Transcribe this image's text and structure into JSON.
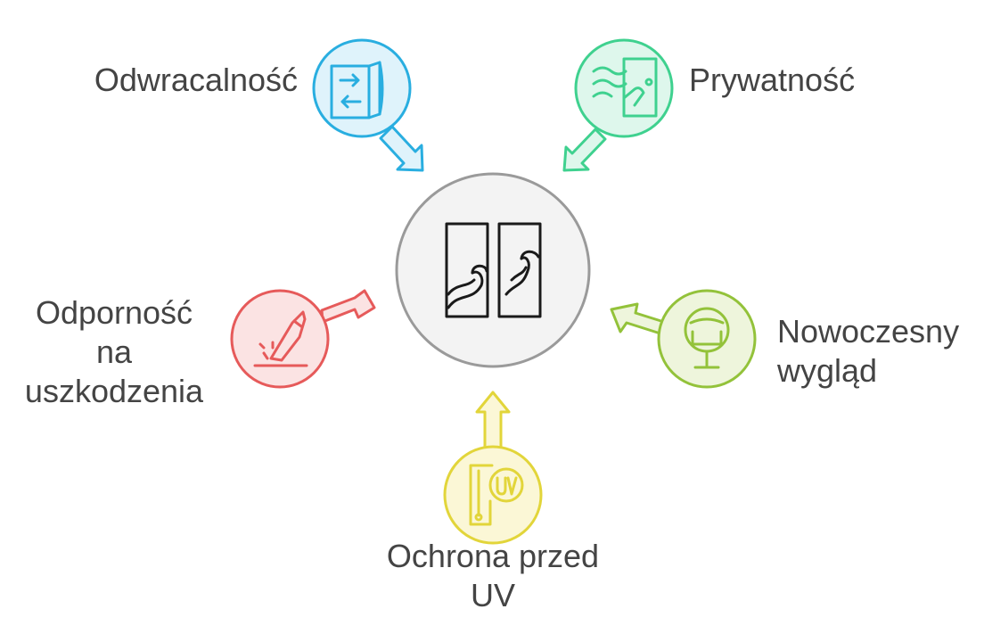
{
  "center": {
    "icon": "window-film-panels-icon"
  },
  "features": [
    {
      "id": "odwracalnosc",
      "lines": [
        "Odwracalność"
      ],
      "color": "#29aee0",
      "icon": "reversible-arrows-icon"
    },
    {
      "id": "prywatnosc",
      "lines": [
        "Prywatność"
      ],
      "color": "#3fd18f",
      "icon": "privacy-screen-icon"
    },
    {
      "id": "odpornosc",
      "lines": [
        "Odporność",
        "na",
        "uszkodzenia"
      ],
      "color": "#e65a5a",
      "icon": "knife-scratch-icon"
    },
    {
      "id": "nowoczesny",
      "lines": [
        "Nowoczesny",
        "wygląd"
      ],
      "color": "#93c23a",
      "icon": "modern-chair-icon"
    },
    {
      "id": "uv",
      "lines": [
        "Ochrona przed",
        "UV"
      ],
      "color": "#e2d53a",
      "icon": "uv-protection-icon"
    }
  ]
}
